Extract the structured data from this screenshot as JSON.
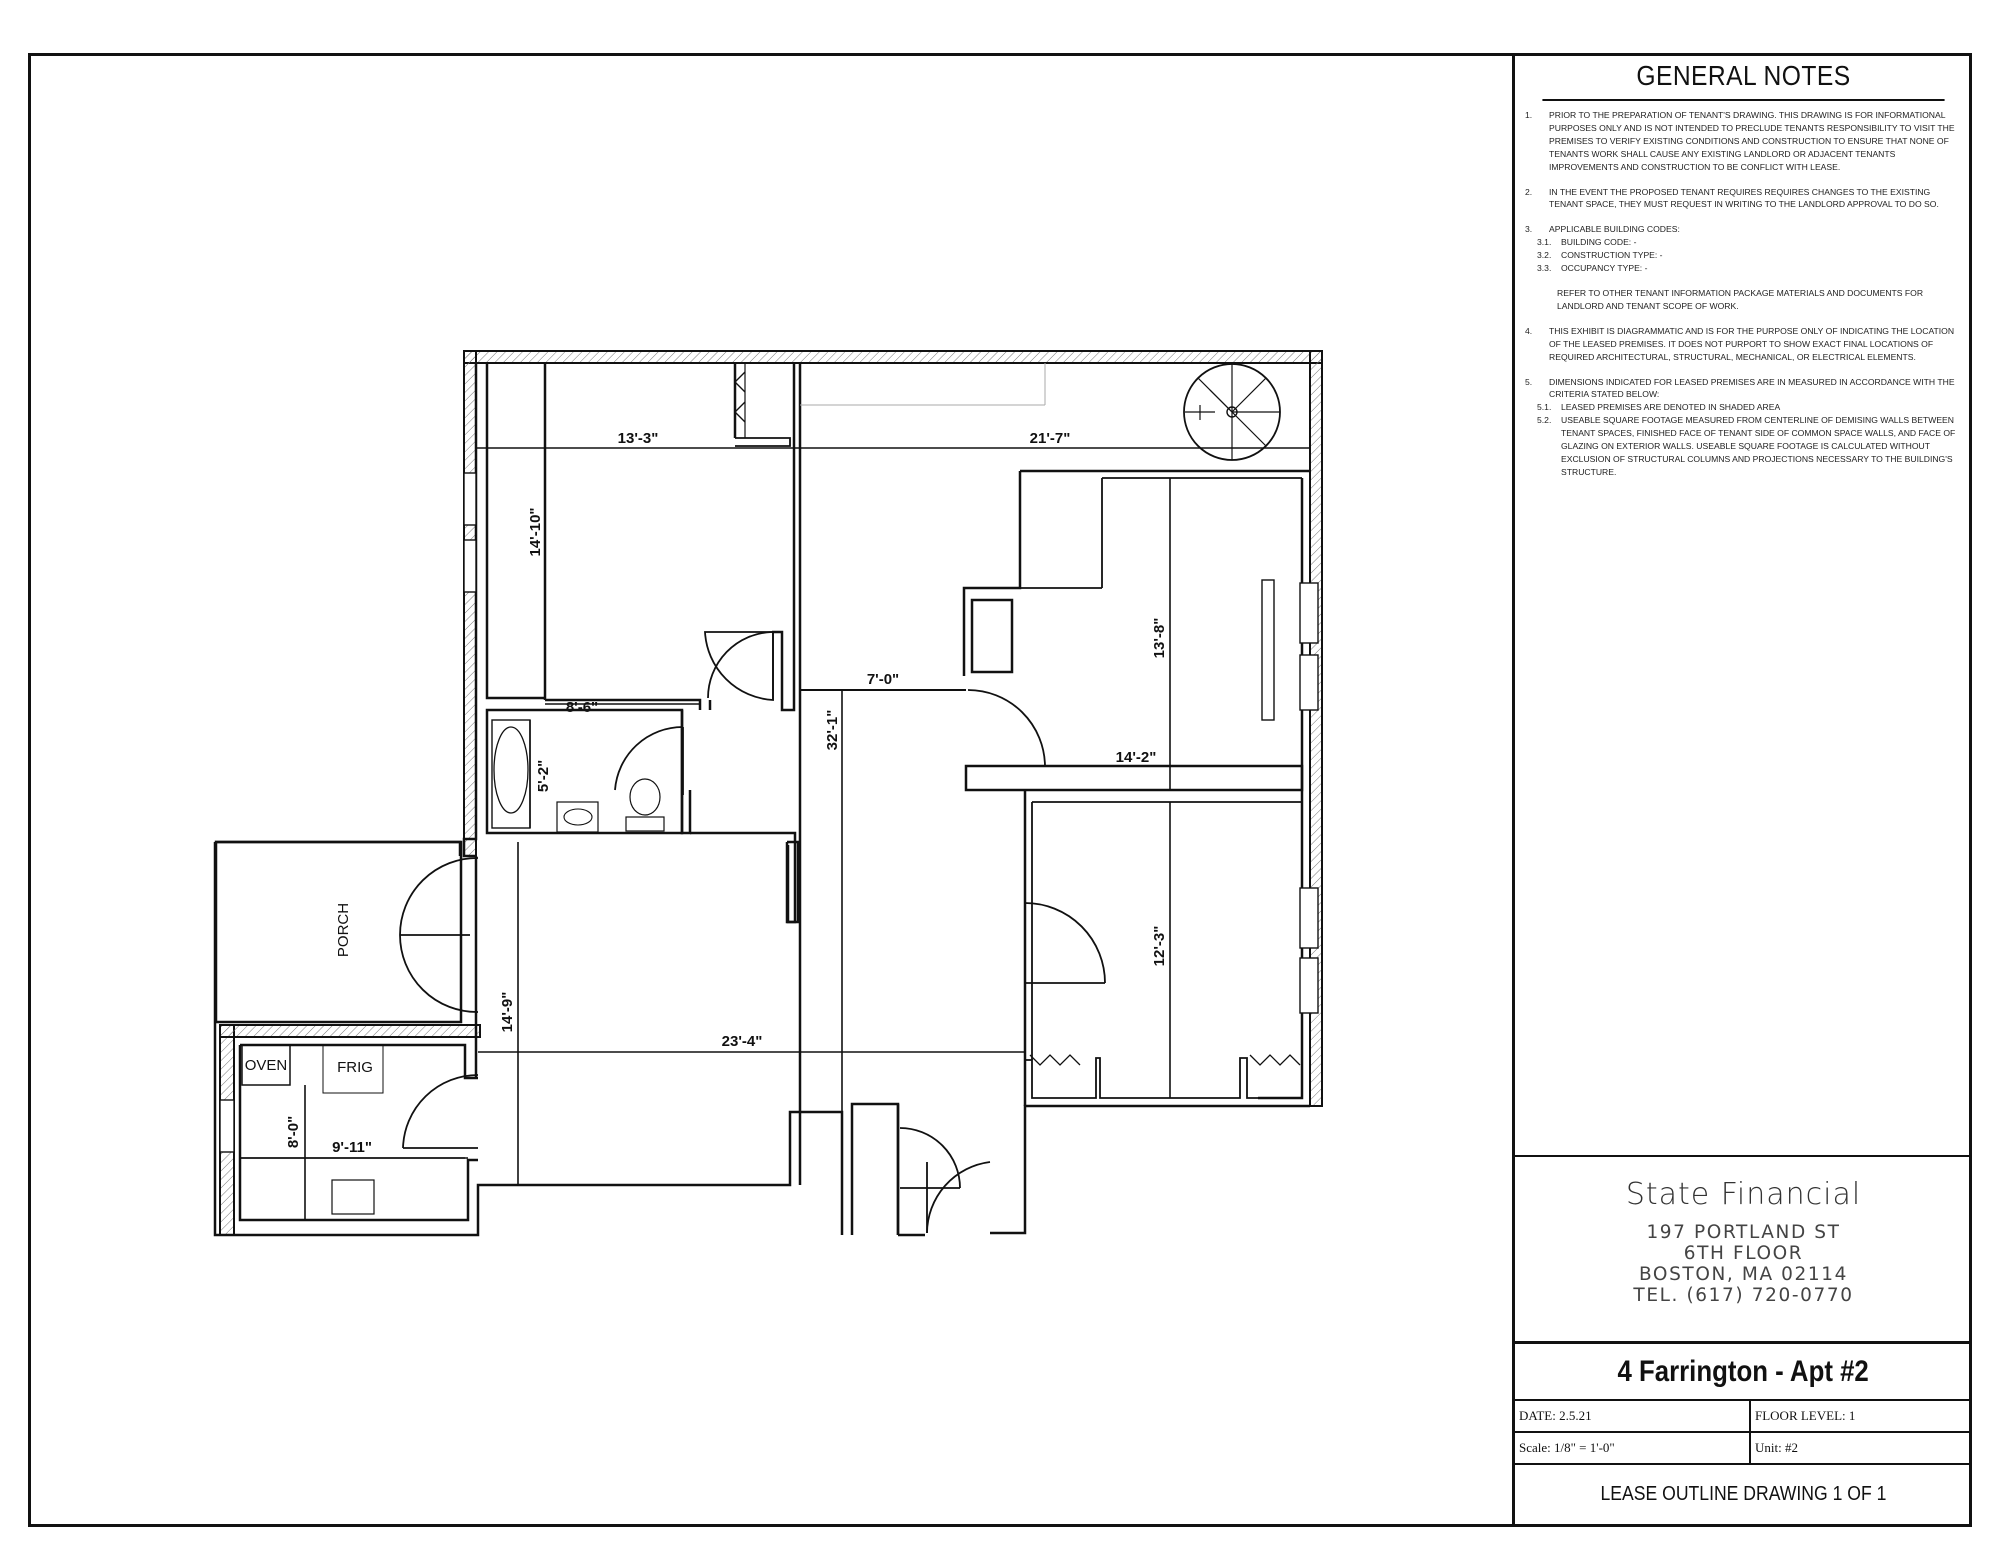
{
  "general_notes": {
    "title": "GENERAL NOTES",
    "items": [
      {
        "num": "1.",
        "text": "PRIOR TO THE PREPARATION OF TENANT'S DRAWING.  THIS DRAWING IS FOR INFORMATIONAL PURPOSES ONLY AND IS NOT INTENDED TO PRECLUDE TENANTS RESPONSIBILITY TO VISIT THE PREMISES TO VERIFY EXISTING CONDITIONS AND CONSTRUCTION TO ENSURE THAT NONE OF TENANTS WORK SHALL CAUSE ANY EXISTING LANDLORD OR ADJACENT TENANTS IMPROVEMENTS AND CONSTRUCTION TO BE CONFLICT WITH LEASE."
      },
      {
        "num": "2.",
        "text": "IN THE EVENT THE PROPOSED TENANT REQUIRES REQUIRES CHANGES TO THE EXISTING TENANT SPACE, THEY MUST REQUEST  IN WRITING TO THE LANDLORD APPROVAL TO DO SO."
      },
      {
        "num": "3.",
        "text": "APPLICABLE BUILDING CODES:",
        "subs": [
          {
            "num": "3.1.",
            "text": "BUILDING CODE:   -"
          },
          {
            "num": "3.2.",
            "text": "CONSTRUCTION TYPE:      -"
          },
          {
            "num": "3.3.",
            "text": "OCCUPANCY TYPE:  -"
          }
        ],
        "after": "REFER TO OTHER TENANT INFORMATION PACKAGE MATERIALS AND DOCUMENTS FOR LANDLORD AND TENANT SCOPE OF WORK."
      },
      {
        "num": "4.",
        "text": "THIS EXHIBIT IS DIAGRAMMATIC AND IS FOR THE PURPOSE ONLY OF INDICATING THE LOCATION OF THE LEASED PREMISES.  IT DOES NOT PURPORT TO SHOW EXACT FINAL LOCATIONS OF REQUIRED ARCHITECTURAL, STRUCTURAL, MECHANICAL, OR ELECTRICAL ELEMENTS."
      },
      {
        "num": "5.",
        "text": "DIMENSIONS INDICATED FOR LEASED PREMISES ARE IN MEASURED IN ACCORDANCE WITH THE CRITERIA STATED BELOW:",
        "subs": [
          {
            "num": "5.1.",
            "text": "LEASED PREMISES ARE DENOTED IN SHADED AREA"
          },
          {
            "num": "5.2.",
            "text": "USEABLE SQUARE FOOTAGE MEASURED FROM CENTERLINE OF DEMISING WALLS BETWEEN TENANT SPACES, FINISHED FACE OF TENANT SIDE OF COMMON SPACE WALLS, AND FACE OF GLAZING ON EXTERIOR WALLS.  USEABLE SQUARE FOOTAGE IS CALCULATED WITHOUT EXCLUSION OF STRUCTURAL COLUMNS AND PROJECTIONS NECESSARY TO THE BUILDING'S STRUCTURE."
          }
        ]
      }
    ]
  },
  "company": {
    "name": "State Financial",
    "address_line1": "197 PORTLAND ST",
    "address_line2": "6TH FLOOR",
    "address_line3": "BOSTON, MA 02114",
    "phone": "TEL. (617) 720-0770"
  },
  "project_title": "4 Farrington - Apt #2",
  "meta": {
    "date": "DATE:  2.5.21",
    "floor_level": "FLOOR LEVEL: 1",
    "scale": "Scale:  1/8\" = 1'-0\"",
    "unit": "Unit:  #2"
  },
  "footer": "LEASE OUTLINE DRAWING 1 OF 1",
  "plan": {
    "labels": {
      "porch": "PORCH",
      "oven": "OVEN",
      "frig": "FRIG"
    },
    "dimensions": {
      "d_13_3": "13'-3\"",
      "d_21_7": "21'-7\"",
      "d_14_10": "14'-10\"",
      "d_8_6": "8'-6\"",
      "d_5_2": "5'-2\"",
      "d_7_0": "7'-0\"",
      "d_32_1": "32'-1\"",
      "d_13_8": "13'-8\"",
      "d_14_2": "14'-2\"",
      "d_12_3": "12'-3\"",
      "d_14_9": "14'-9\"",
      "d_23_4": "23'-4\"",
      "d_8_0": "8'-0\"",
      "d_9_11": "9'-11\""
    }
  }
}
